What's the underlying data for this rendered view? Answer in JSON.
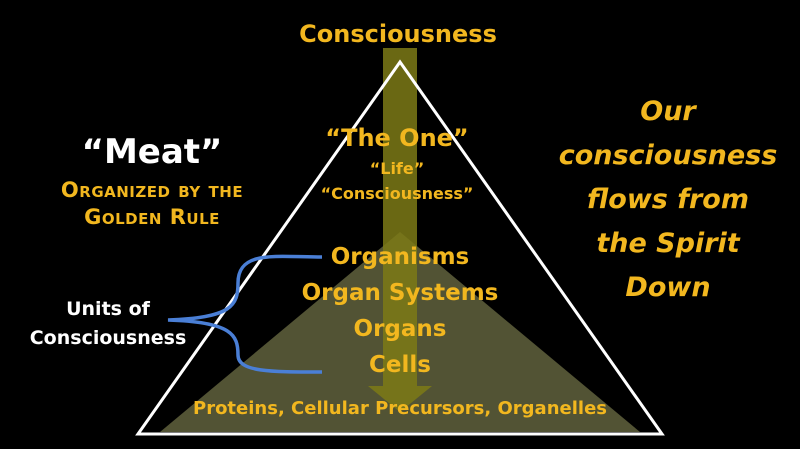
{
  "diagram": {
    "top_label": "Consciousness",
    "one_title": "“The One”",
    "one_life": "“Life”",
    "one_consciousness": "“Consciousness”",
    "levels": [
      "Organisms",
      "Organ Systems",
      "Organs",
      "Cells"
    ],
    "base_label": "Proteins, Cellular Precursors, Organelles",
    "meat_title": "“Meat”",
    "meat_sub_line1": "Organized by the",
    "meat_sub_line2": "Golden Rule",
    "units_line1": "Units of",
    "units_line2": "Consciousness",
    "right_text_lines": [
      "Our",
      "consciousness",
      "flows from",
      "the Spirit",
      "Down"
    ]
  },
  "colors": {
    "background": "#000000",
    "gold": "#f2b71f",
    "white": "#ffffff",
    "bracket_blue": "#4a7fd6",
    "arrow": "#7d7a16",
    "base_fill": "#5b5c3a"
  }
}
